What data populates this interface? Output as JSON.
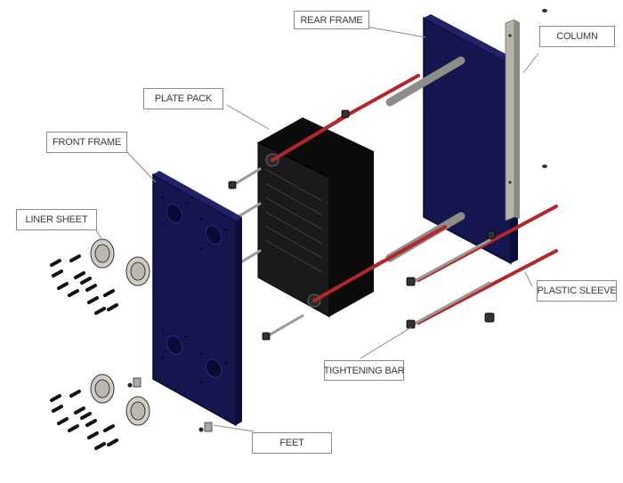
{
  "diagram": {
    "title": "Plate heat exchanger exploded view",
    "colors": {
      "frame": "#15154f",
      "frame_edge": "#0a0a30",
      "plate_pack": "#0b0b0b",
      "rod_sleeve": "#b3262a",
      "rod_metal": "#9a9a94",
      "steel": "#b8b5ad",
      "bolt": "#111111",
      "leader": "#8a8a8a"
    },
    "labels": [
      {
        "id": "rear-frame",
        "text": "REAR FRAME"
      },
      {
        "id": "column",
        "text": "COLUMN"
      },
      {
        "id": "plate-pack",
        "text": "PLATE PACK"
      },
      {
        "id": "front-frame",
        "text": "FRONT FRAME"
      },
      {
        "id": "liner-sheet",
        "text": "LINER SHEET"
      },
      {
        "id": "plastic-sleeve",
        "text": "PLASTIC SLEEVE"
      },
      {
        "id": "tightening-bar",
        "text": "TIGHTENING BAR"
      },
      {
        "id": "feet",
        "text": "FEET"
      }
    ]
  }
}
